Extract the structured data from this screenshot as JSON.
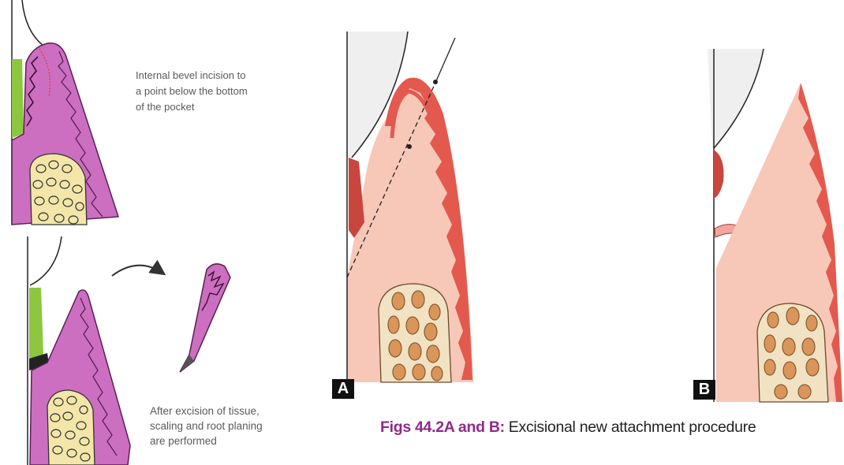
{
  "step_incision": {
    "lines": [
      "Internal bevel incision to",
      "a point below the bottom",
      "of the pocket"
    ]
  },
  "step_excision": {
    "lines": [
      "After excision of tissue,",
      "scaling and root planing",
      "are performed"
    ]
  },
  "panel_a": {
    "label": "A"
  },
  "panel_b": {
    "label": "B"
  },
  "caption": {
    "prefix": "Figs 44.2A and B:",
    "text": "Excisional new attachment procedure"
  },
  "colors": {
    "gingiva_purple": "#cc6fc0",
    "gingiva_outline": "#5a1f55",
    "calculus_green": "#8dc63f",
    "bone_yellow": "#f3e6a8",
    "tooth_gray": "#efefef",
    "gingiva_salmon": "#f7c7b8",
    "epithelium_red": "#e3594e",
    "bone_cream": "#f2e2c4",
    "trabecula_brown": "#d9955a",
    "caption_prefix": "#8e2a8c"
  }
}
